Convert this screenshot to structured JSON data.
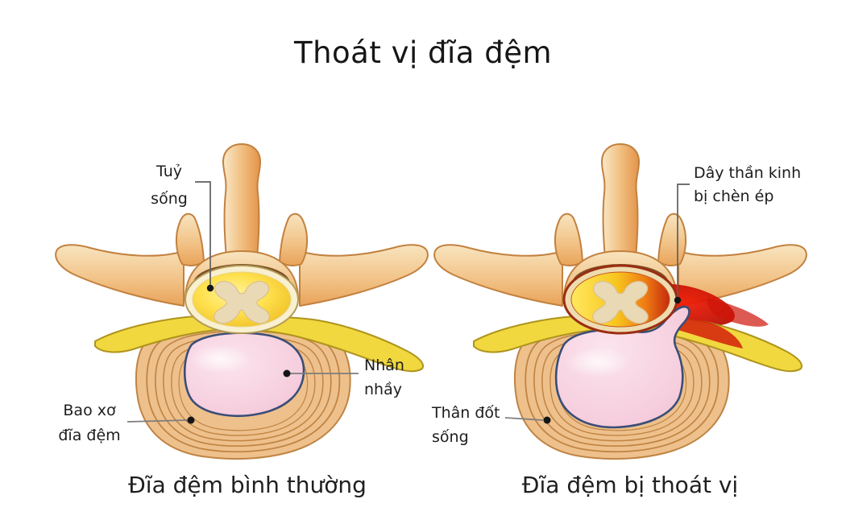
{
  "title": "Thoát vị đĩa đệm",
  "normal_figure": {
    "caption": "Đĩa đệm bình thường",
    "labels": {
      "spinal_cord": {
        "line1": "Tuỷ",
        "line2": "sống"
      },
      "nucleus_pulposus": {
        "line1": "Nhân",
        "line2": "nhầy"
      },
      "annulus_fibrosus": {
        "line1": "Bao xơ",
        "line2": "đĩa đệm"
      }
    }
  },
  "herniated_figure": {
    "caption": "Đĩa đệm bị thoát vị",
    "labels": {
      "compressed_nerve": {
        "line1": "Dây thần kinh",
        "line2": "bị chèn ép"
      },
      "vertebral_body": {
        "line1": "Thân đốt",
        "line2": "sống"
      }
    }
  },
  "colors": {
    "bone_light": "#f6ddb6",
    "bone_dark": "#edaa60",
    "bone_outline": "#c2813f",
    "canal_yellow": "#ffe14e",
    "gray_matter": "#ead9b5",
    "nerve_yellow": "#f1d83f",
    "disc_outer_tan": "#eec08c",
    "annulus_blue": "#cfe4f2",
    "annulus_outline_navy": "#2b3c60",
    "nucleus_pink": "#f6cede",
    "inflammation_red": "#d21408",
    "label_text": "#1d1d1d"
  }
}
